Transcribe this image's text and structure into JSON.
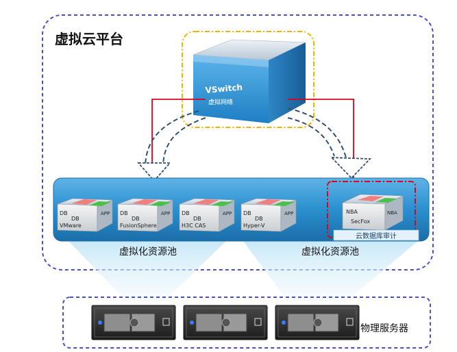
{
  "platform": {
    "title": "虚拟云平台"
  },
  "vswitch": {
    "label": "VSwitch",
    "sublabel": "虚拟网络"
  },
  "hosts": [
    {
      "top": "DB",
      "bottom": "DB",
      "app": "APP",
      "vendor": "VMware"
    },
    {
      "top": "DB",
      "bottom": "DB",
      "app": "APP",
      "vendor": "FusionSphere"
    },
    {
      "top": "DB",
      "bottom": "DB",
      "app": "APP",
      "vendor": "H3C CAS"
    },
    {
      "top": "DB",
      "bottom": "DB",
      "app": "APP",
      "vendor": "Hyper-V"
    }
  ],
  "audit": {
    "box": {
      "left": "NBA",
      "right": "NBA",
      "center": "SecFox"
    },
    "label": "云数据库审计"
  },
  "pools": {
    "left": "虚拟化资源池",
    "right": "虚拟化资源池"
  },
  "servers": {
    "label": "物理服务器"
  },
  "colors": {
    "frame": "#4a4fc8",
    "vswitch_frame": "#f0b400",
    "audit_frame": "#e0001a",
    "link": "#e0001a",
    "arrow": "#34506e",
    "pool_bar": "#2a8fcf",
    "block_red": "#f08080",
    "block_green": "#4cbf4c"
  }
}
